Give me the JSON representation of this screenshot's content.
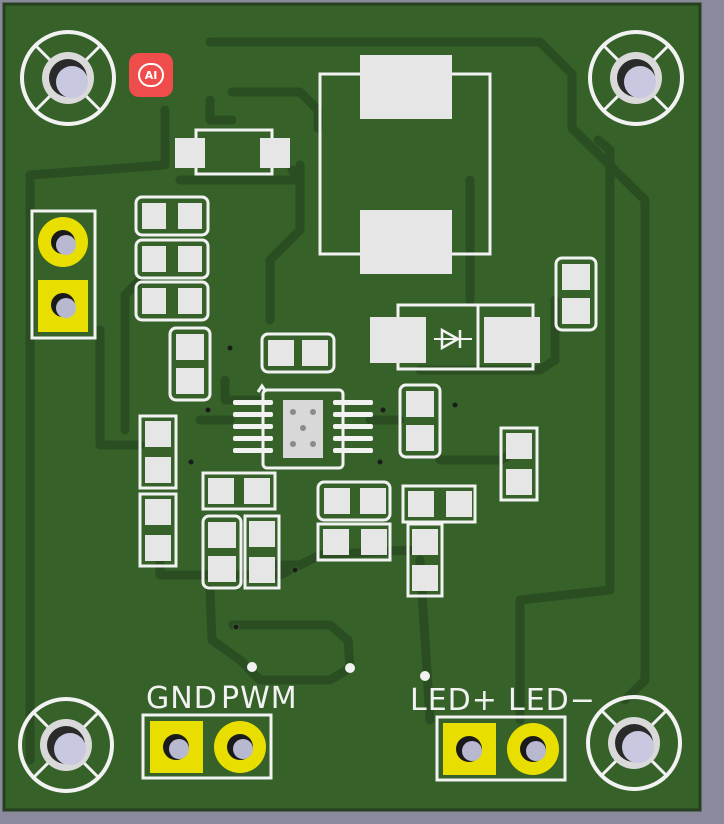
{
  "board": {
    "colors": {
      "background": "#8a8a9c",
      "soldermask": "#36622a",
      "trace": "#2a4d21",
      "silkscreen": "#f2f2f2",
      "pad_gold": "#e8df00",
      "smd_pad": "#e6e6e6"
    },
    "connector_labels": {
      "gnd": "GND",
      "pwm": "PWM",
      "led_plus": "LED+",
      "led_minus": "LED−"
    },
    "badge": {
      "text": "AI",
      "icon": "ai-assistant-icon"
    },
    "components": {
      "mounting_holes": 4,
      "header_pins": 6,
      "ic_packages": 1,
      "diodes": 1
    }
  }
}
